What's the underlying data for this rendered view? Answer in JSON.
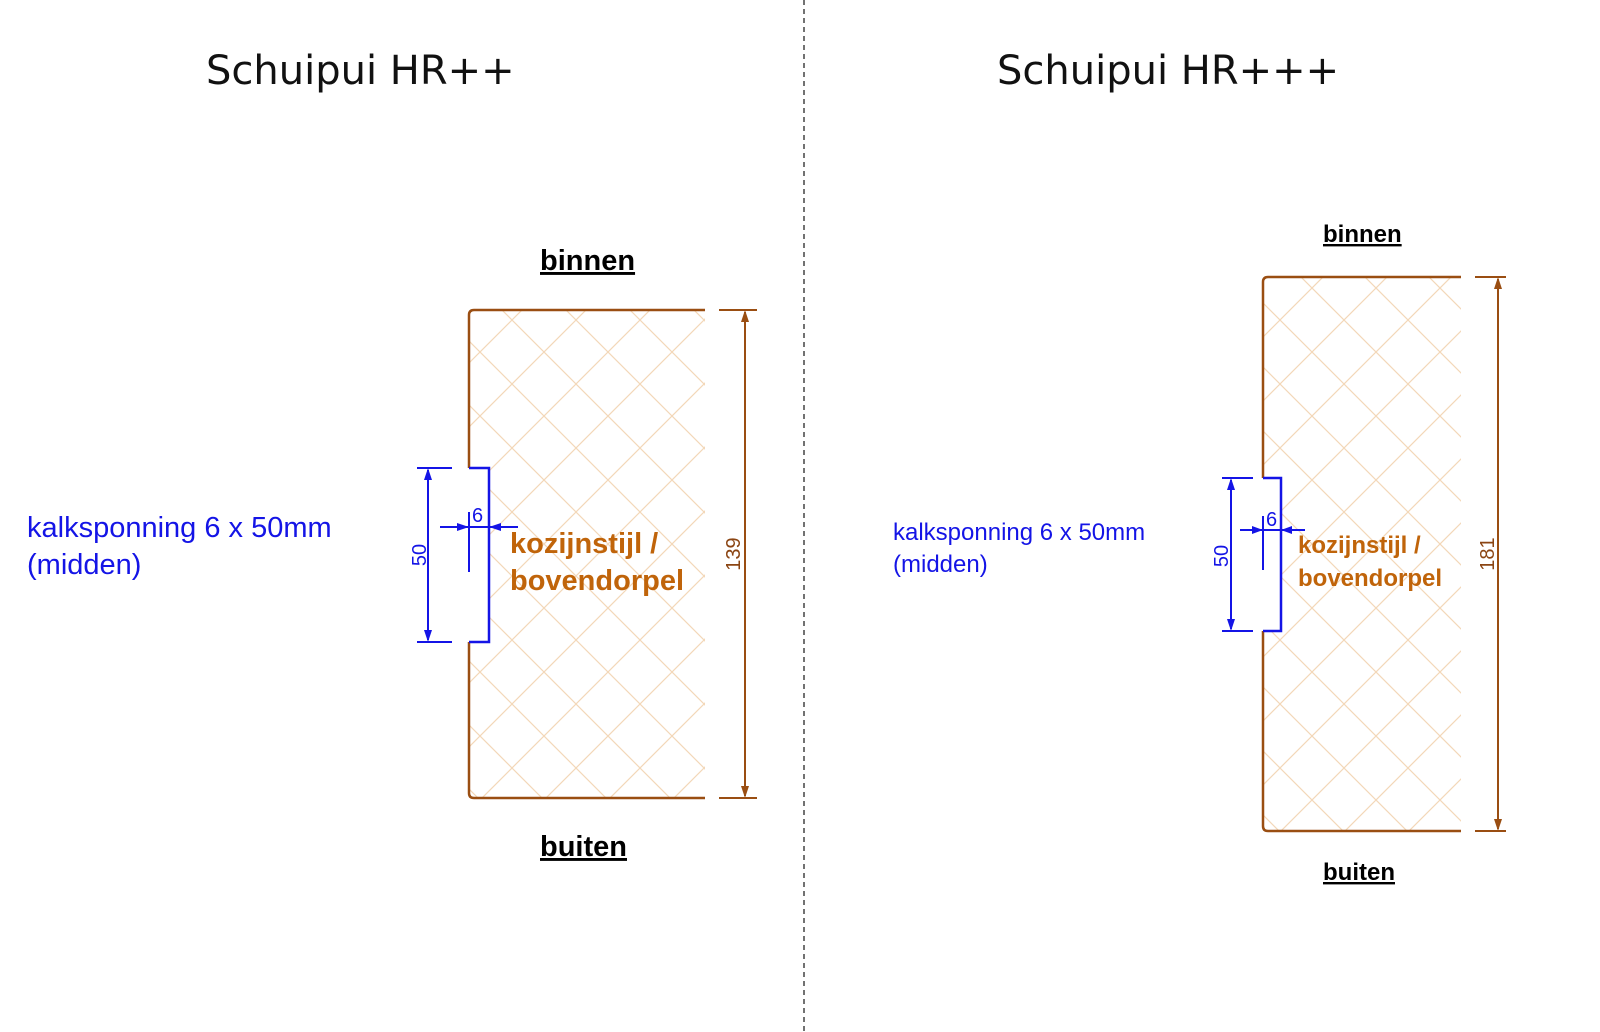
{
  "left": {
    "title": "Schuipui HR++",
    "binnen": "binnen",
    "buiten": "buiten",
    "kalksponning_line1": "kalksponning 6 x 50mm",
    "kalksponning_line2": "(midden)",
    "profile_line1": "kozijnstijl /",
    "profile_line2": "bovendorpel",
    "dim_depth": "6",
    "dim_height": "50",
    "dim_total": "139"
  },
  "right": {
    "title": "Schuipui HR+++",
    "binnen": "binnen",
    "buiten": "buiten",
    "kalksponning_line1": "kalksponning 6 x 50mm",
    "kalksponning_line2": "(midden)",
    "profile_line1": "kozijnstijl /",
    "profile_line2": "bovendorpel",
    "dim_depth": "6",
    "dim_height": "50",
    "dim_total": "181"
  },
  "colors": {
    "profile_outline": "#9a4e12",
    "hatch": "#f3d7b8",
    "rebate": "#1414e6",
    "divider": "#444444"
  }
}
